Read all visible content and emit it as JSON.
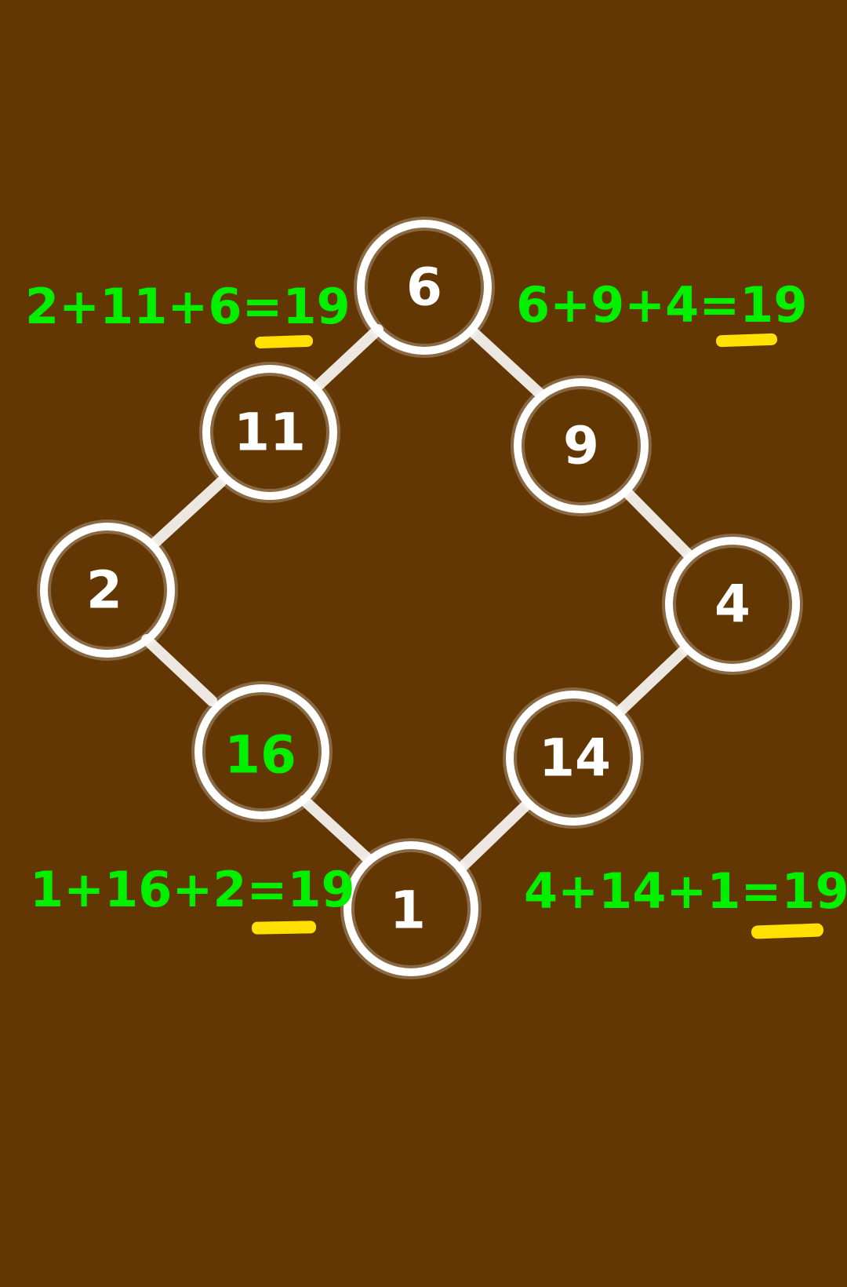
{
  "colors": {
    "background": "#623704",
    "chalk": "#ffffff",
    "answer": "#00f000",
    "highlight": "#ffe000"
  },
  "nodes": [
    {
      "id": "top",
      "label": "6",
      "highlight": false
    },
    {
      "id": "upper-left",
      "label": "11",
      "highlight": false
    },
    {
      "id": "upper-right",
      "label": "9",
      "highlight": false
    },
    {
      "id": "left",
      "label": "2",
      "highlight": false
    },
    {
      "id": "right",
      "label": "4",
      "highlight": false
    },
    {
      "id": "lower-left",
      "label": "16",
      "highlight": true
    },
    {
      "id": "lower-right",
      "label": "14",
      "highlight": false
    },
    {
      "id": "bottom",
      "label": "1",
      "highlight": false
    }
  ],
  "equations": {
    "top_left": {
      "expression": "2+11+6=",
      "total": "19"
    },
    "top_right": {
      "expression": "6+9+4=",
      "total": "19"
    },
    "bottom_left": {
      "expression": "1+16+2=",
      "total": "19"
    },
    "bottom_right": {
      "expression": "4+14+1=",
      "total": "19"
    }
  }
}
